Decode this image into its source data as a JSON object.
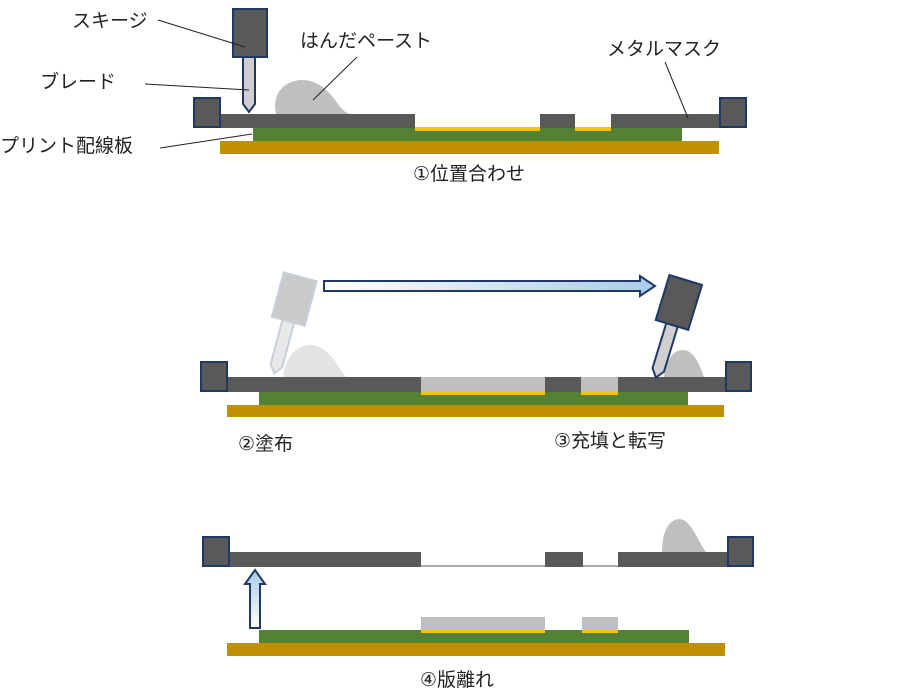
{
  "labels": {
    "squeegee": "スキージ",
    "blade": "ブレード",
    "pcb": "プリント配線板",
    "solder_paste": "はんだペースト",
    "metal_mask": "メタルマスク"
  },
  "steps": {
    "step1": "①位置合わせ",
    "step2": "②塗布",
    "step3": "③充填と転写",
    "step4": "④版離れ"
  },
  "colors": {
    "mask": "#595959",
    "pcb": "#538135",
    "base": "#bf9000",
    "pad": "#ffc000",
    "paste": "#bfbfbf",
    "outline": "#203864"
  }
}
